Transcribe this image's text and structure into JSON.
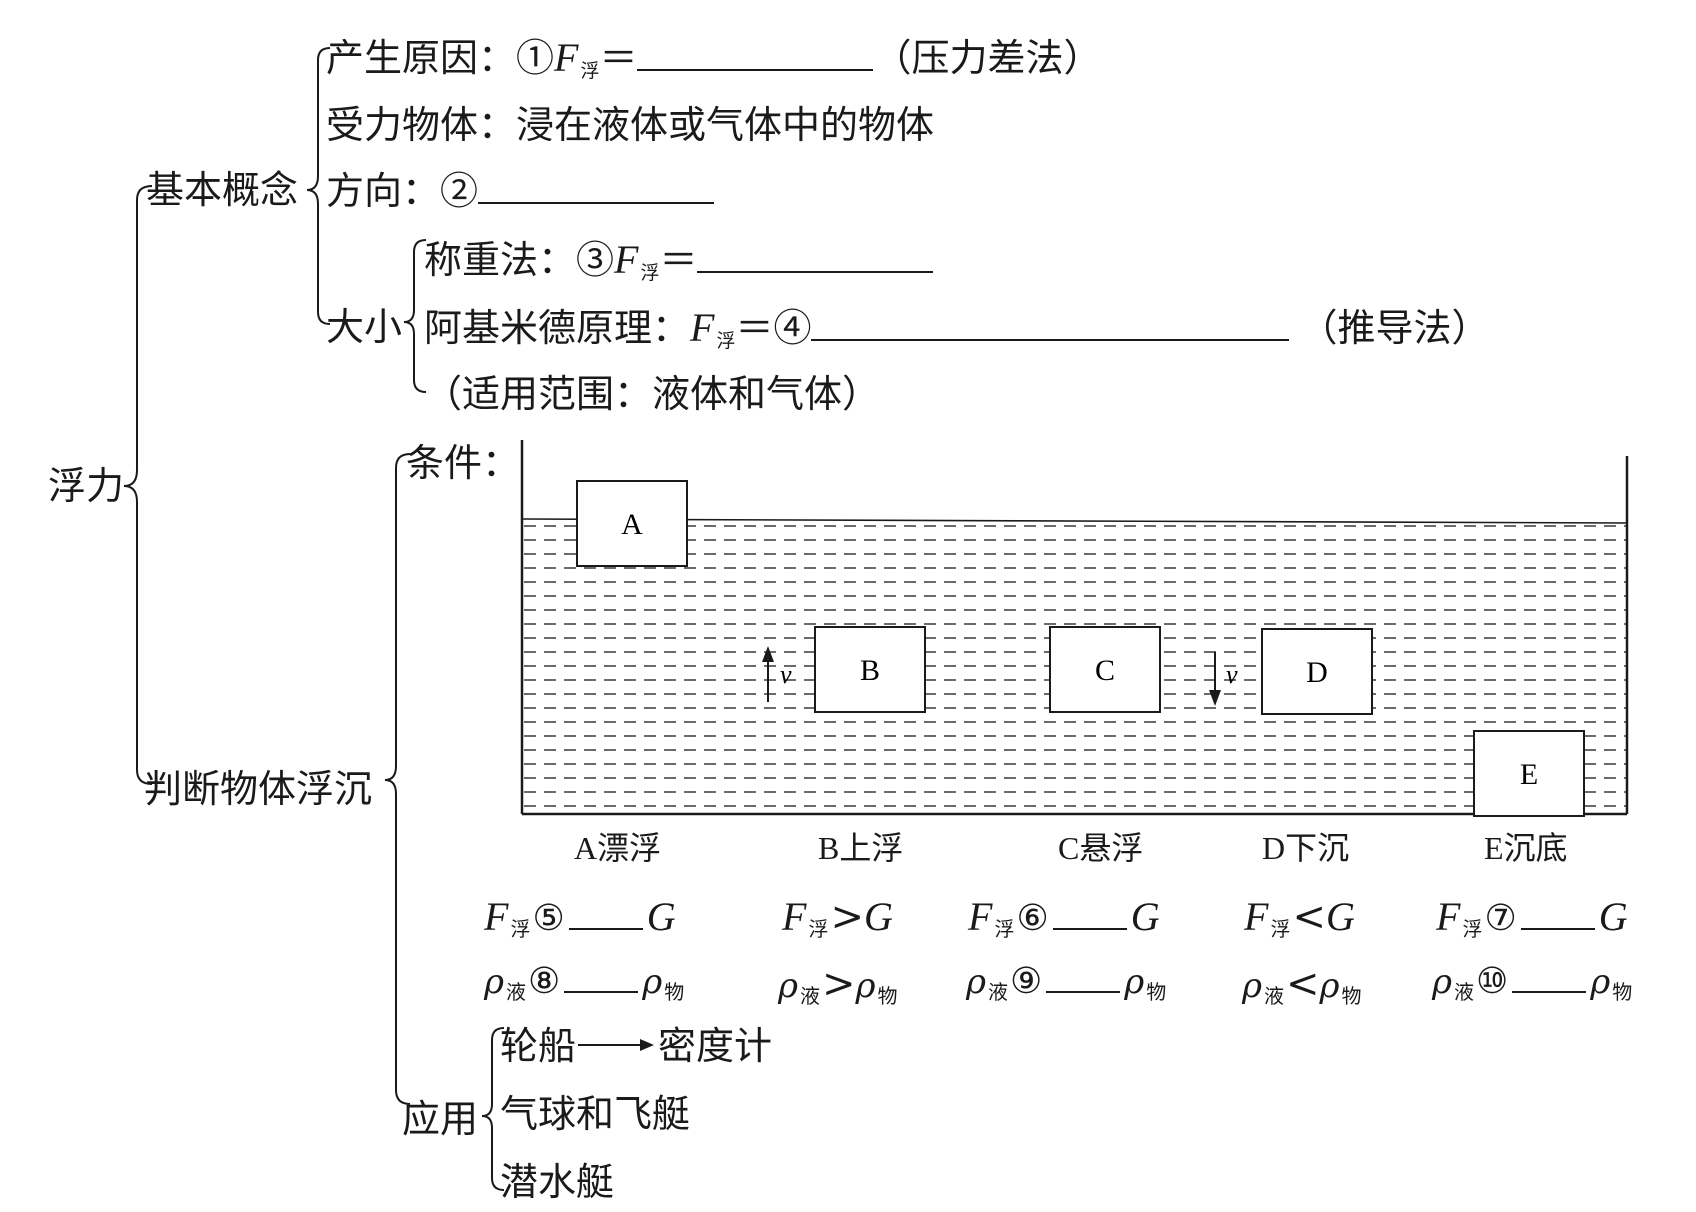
{
  "root": {
    "label": "浮力"
  },
  "basic": {
    "label": "基本概念",
    "cause": {
      "prefix": "产生原因：①",
      "F": "F",
      "F_sub": "浮",
      "eq": "＝",
      "suffix": "（压力差法）"
    },
    "body": {
      "text": "受力物体：浸在液体或气体中的物体"
    },
    "direction": {
      "text": "方向：②"
    },
    "size": {
      "label": "大小",
      "weighing": {
        "prefix": "称重法：③",
        "F": "F",
        "F_sub": "浮",
        "eq": "＝"
      },
      "archimedes": {
        "prefix": "阿基米德原理：",
        "F": "F",
        "F_sub": "浮",
        "eq": "＝④",
        "suffix": "（推导法）"
      },
      "scope": {
        "text": "（适用范围：液体和气体）"
      }
    }
  },
  "judge": {
    "label": "判断物体浮沉",
    "condition_label": "条件：",
    "diagram": {
      "blocks": [
        {
          "id": "A",
          "label": "A"
        },
        {
          "id": "B",
          "label": "B"
        },
        {
          "id": "C",
          "label": "C"
        },
        {
          "id": "D",
          "label": "D"
        },
        {
          "id": "E",
          "label": "E"
        }
      ],
      "velocity_label": "v",
      "states": [
        "A漂浮",
        "B上浮",
        "C悬浮",
        "D下沉",
        "E沉底"
      ]
    },
    "force_row": [
      {
        "F": "F",
        "sub": "浮",
        "mid": "⑤",
        "blank": true,
        "G": "G"
      },
      {
        "F": "F",
        "sub": "浮",
        "mid": ">",
        "blank": false,
        "G": "G"
      },
      {
        "F": "F",
        "sub": "浮",
        "mid": "⑥",
        "blank": true,
        "G": "G"
      },
      {
        "F": "F",
        "sub": "浮",
        "mid": "<",
        "blank": false,
        "G": "G"
      },
      {
        "F": "F",
        "sub": "浮",
        "mid": "⑦",
        "blank": true,
        "G": "G"
      }
    ],
    "density_row": [
      {
        "rho": "ρ",
        "sub1": "液",
        "mid": "⑧",
        "blank": true,
        "sub2": "物"
      },
      {
        "rho": "ρ",
        "sub1": "液",
        "mid": ">",
        "blank": false,
        "sub2": "物"
      },
      {
        "rho": "ρ",
        "sub1": "液",
        "mid": "⑨",
        "blank": true,
        "sub2": "物"
      },
      {
        "rho": "ρ",
        "sub1": "液",
        "mid": "<",
        "blank": false,
        "sub2": "物"
      },
      {
        "rho": "ρ",
        "sub1": "液",
        "mid": "⑩",
        "blank": true,
        "sub2": "物"
      }
    ]
  },
  "application": {
    "label": "应用",
    "items": [
      {
        "left": "轮船",
        "right": "密度计"
      },
      {
        "text": "气球和飞艇"
      },
      {
        "text": "潜水艇"
      }
    ]
  }
}
